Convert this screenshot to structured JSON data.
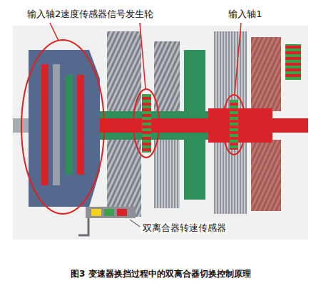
{
  "diagram": {
    "caption": "图3 变速器换挡过程中的双离合器切换控制原理",
    "labels": [
      "输入轴2速度传感器信号发生轮",
      "输入轴1",
      "双离合器转速传感器"
    ]
  }
}
